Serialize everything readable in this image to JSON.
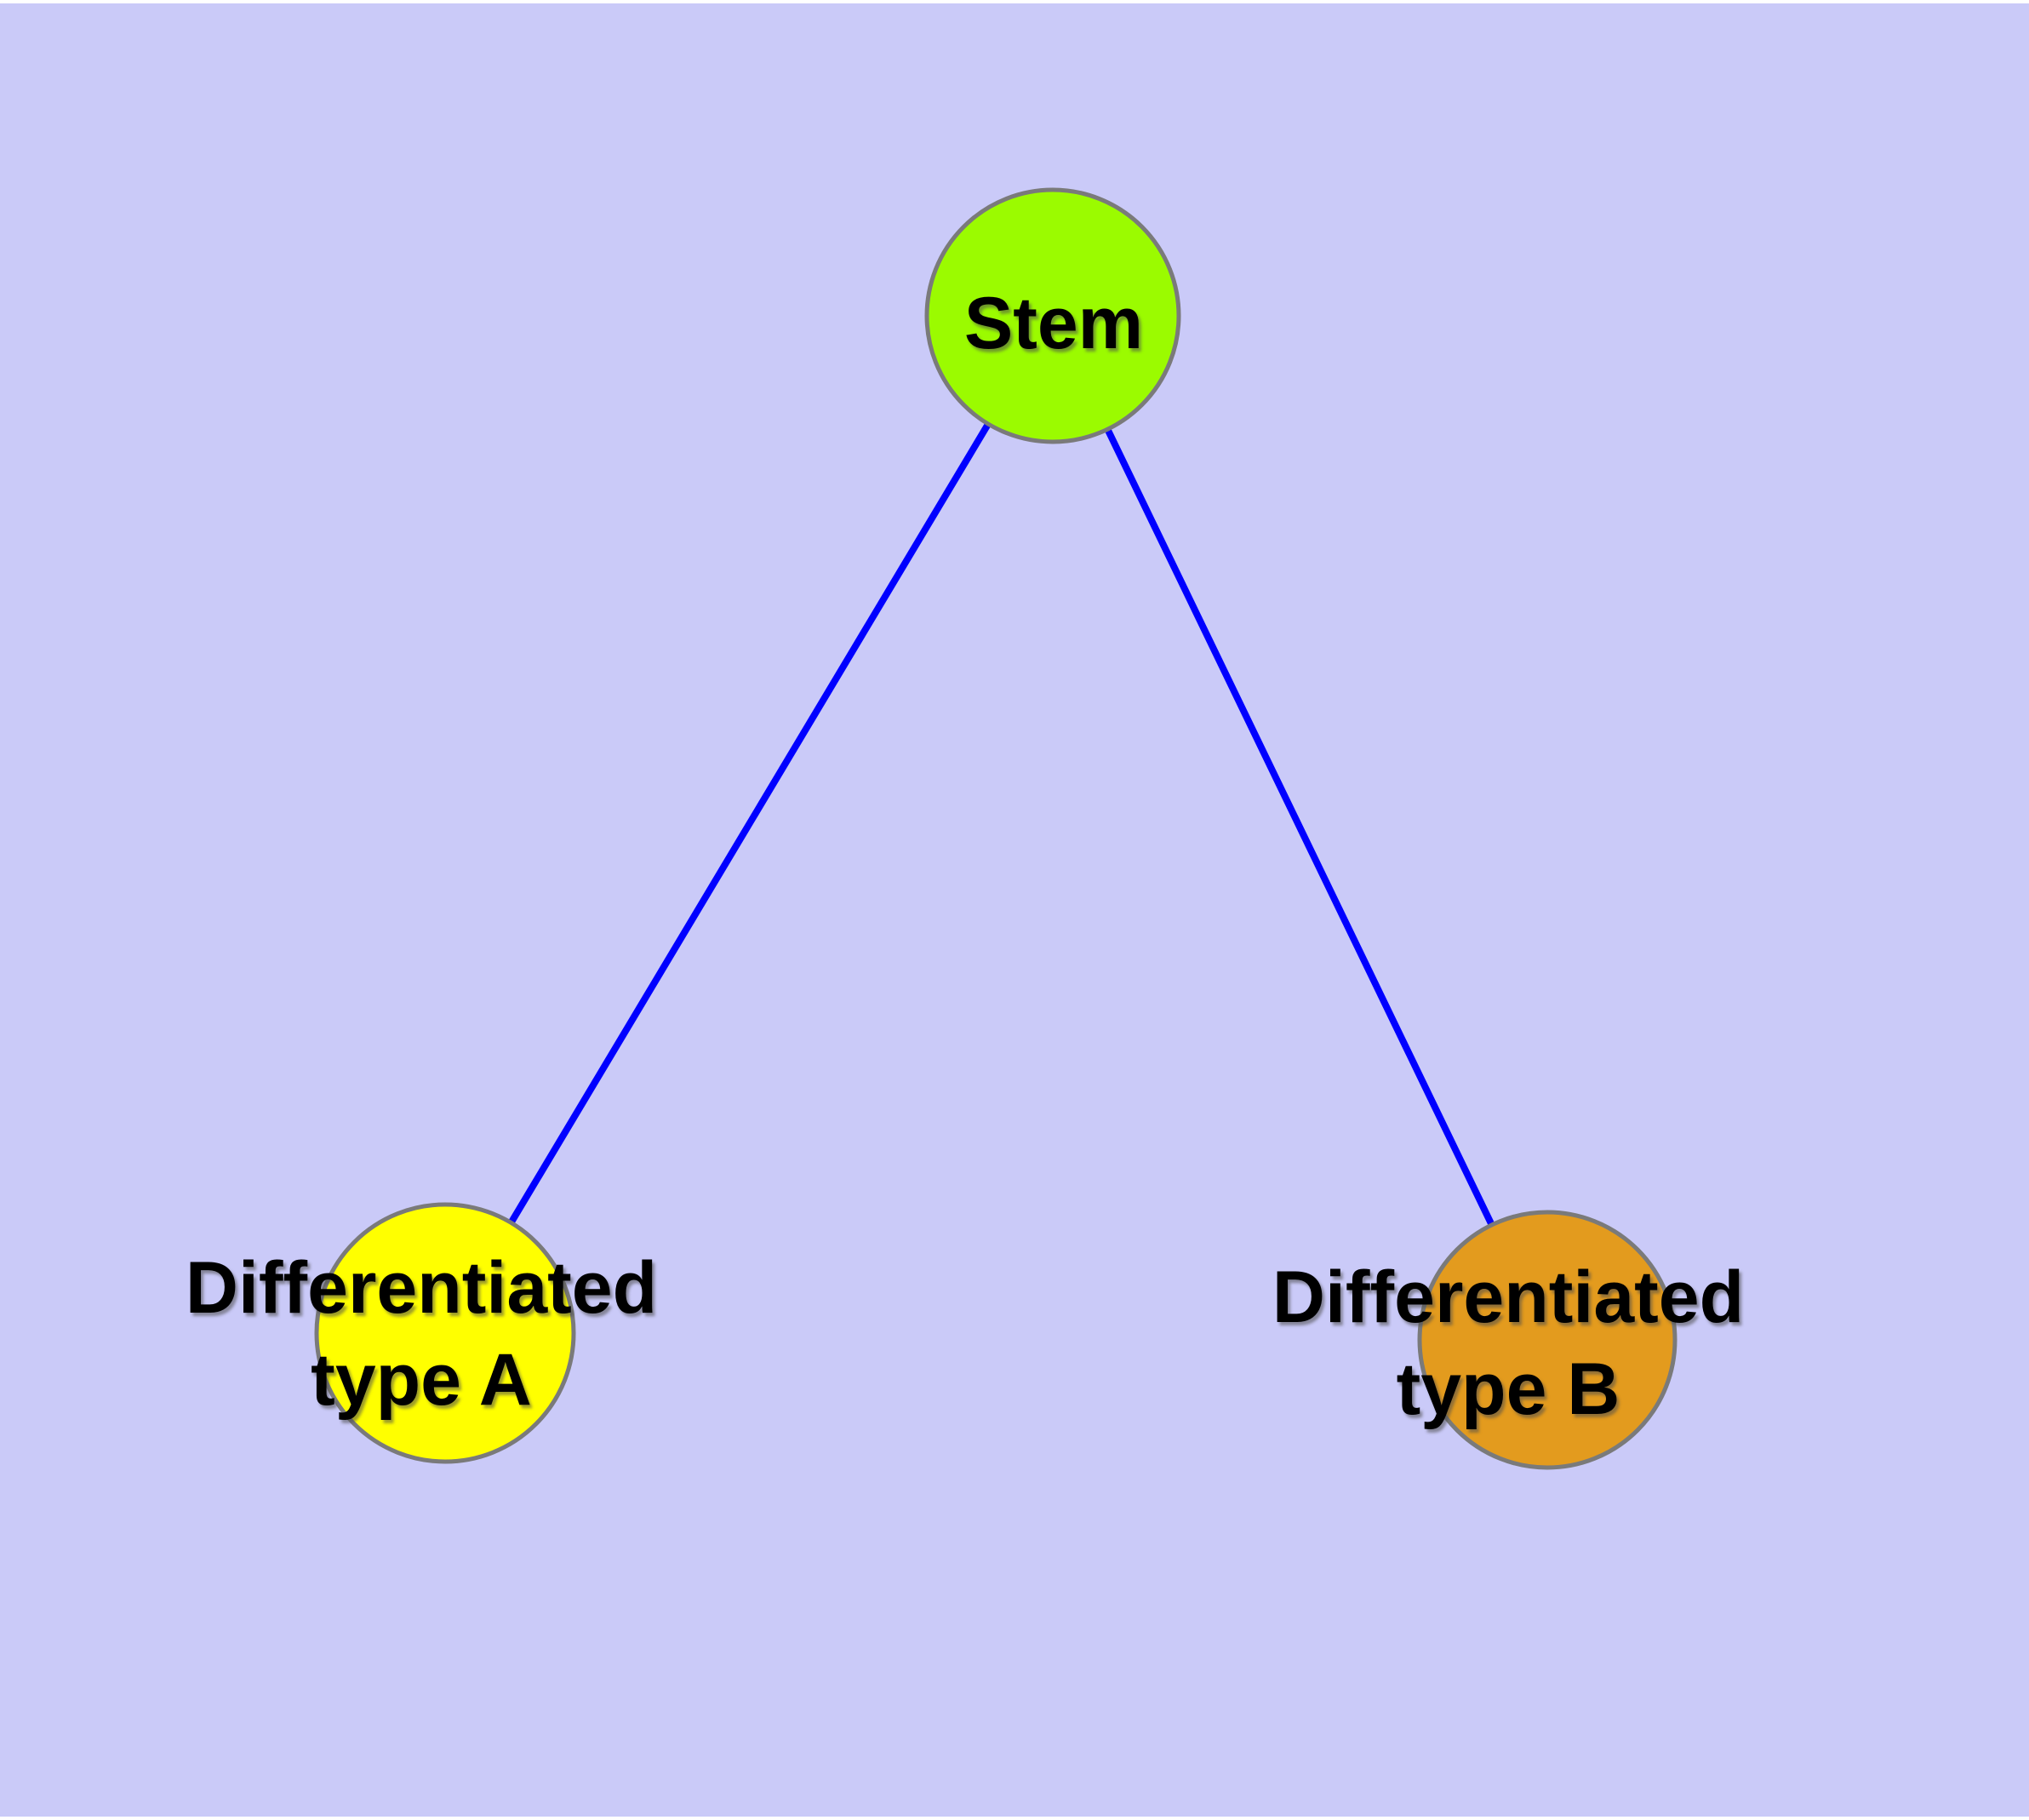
{
  "diagram": {
    "title": "",
    "background_color": "#CACAF8",
    "margin_color": "#FFFFFF",
    "edge_color": "#0000FF",
    "edge_width": 8,
    "node_border_color": "#7A7A7A",
    "node_border_width": 5,
    "label_color": "#000000",
    "nodes": [
      {
        "id": "stem",
        "label_lines": [
          "Stem"
        ],
        "label_text": "Stem",
        "fill": "#9BFB00",
        "shape": "circle"
      },
      {
        "id": "type-a",
        "label_lines": [
          "Differentiated",
          "type A"
        ],
        "label_text": "Differentiated type A",
        "fill": "#FFFF00",
        "shape": "circle"
      },
      {
        "id": "type-b",
        "label_lines": [
          "Differentiated",
          "type B"
        ],
        "label_text": "Differentiated type B",
        "fill": "#E39B1E",
        "shape": "circle"
      }
    ],
    "edges": [
      {
        "from": "stem",
        "to": "type-a"
      },
      {
        "from": "stem",
        "to": "type-b"
      }
    ]
  }
}
